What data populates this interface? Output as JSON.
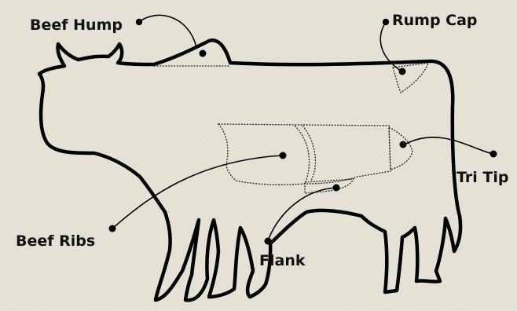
{
  "colors": {
    "background": "#ece8dc",
    "outline": "#000000",
    "label_text": "#111111"
  },
  "labels": {
    "beef_hump": "Beef Hump",
    "rump_cap": "Rump Cap",
    "tri_tip": "Tri Tip",
    "beef_ribs": "Beef Ribs",
    "flank": "Flank"
  }
}
